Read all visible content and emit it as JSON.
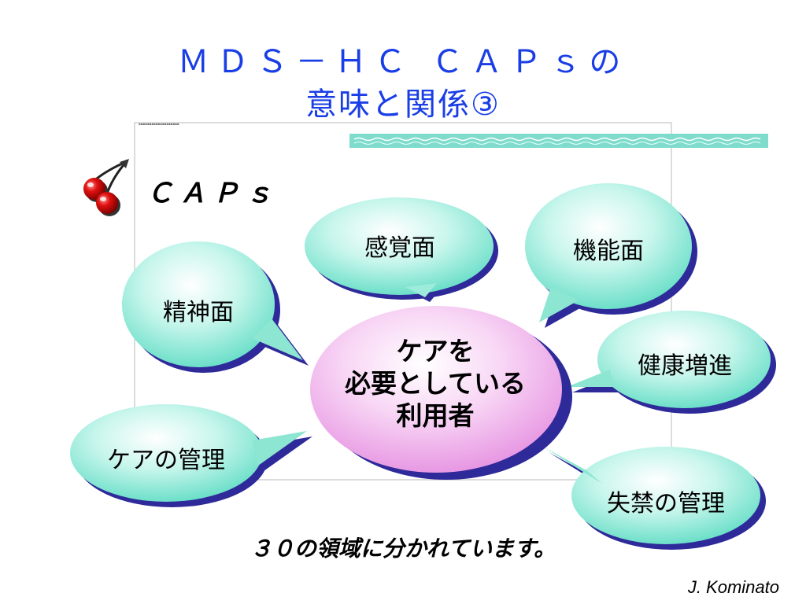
{
  "title": {
    "line1": "ＭＤＳ－ＨＣ ＣＡＰｓの",
    "line2": "意味と関係③"
  },
  "caps_label": "ＣＡＰｓ",
  "center": {
    "lines": [
      "ケアを",
      "必要としている",
      "利用者"
    ]
  },
  "bubbles": {
    "kankaku": "感覚面",
    "kinou": "機能面",
    "seishin": "精神面",
    "kenkou": "健康増進",
    "care_kanri": "ケアの管理",
    "shikkin": "失禁の管理"
  },
  "note": "３０の領域に分かれています。",
  "author": "J. Kominato",
  "icons": {
    "cherry": "cherry-icon"
  },
  "colors": {
    "title": "#1a3ee6",
    "bubble_fill": "#7fe8d4",
    "center_fill": "#f3a8ee",
    "shadow": "#2e2a9a",
    "banner": "#7fdccd"
  }
}
